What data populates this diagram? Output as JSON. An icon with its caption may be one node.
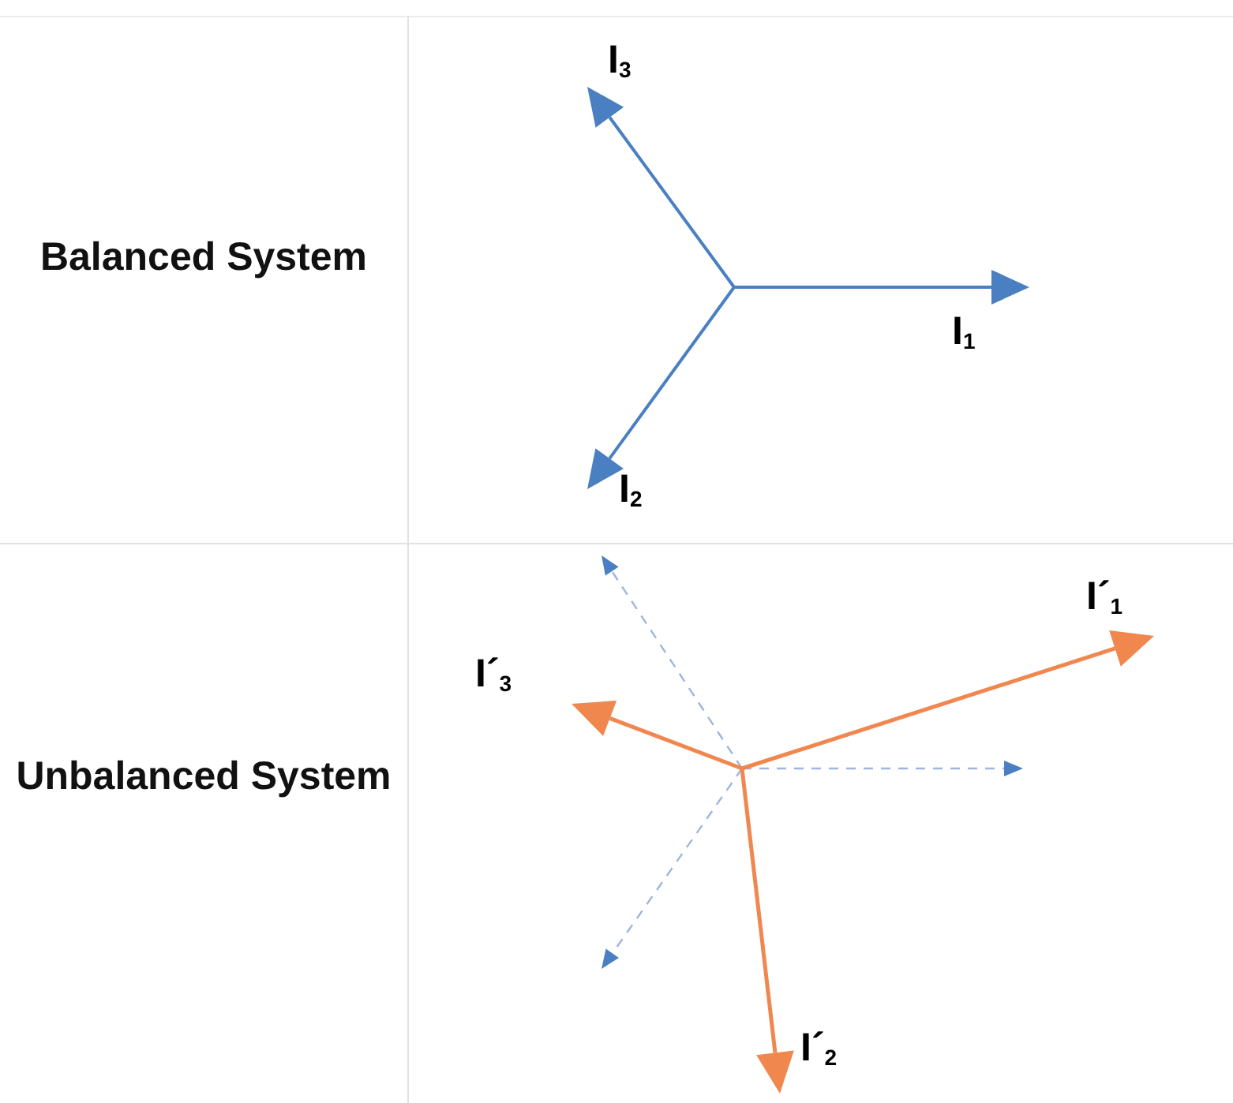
{
  "diagram": {
    "labels": [
      "Balanced System",
      "I$_{3}$",
      "I$_{1}$",
      "I$_{2}$",
      "Unbalanced System",
      "I´$_{1}$",
      "I´$_{3}$",
      "I´$_{2}$"
    ]
  }
}
